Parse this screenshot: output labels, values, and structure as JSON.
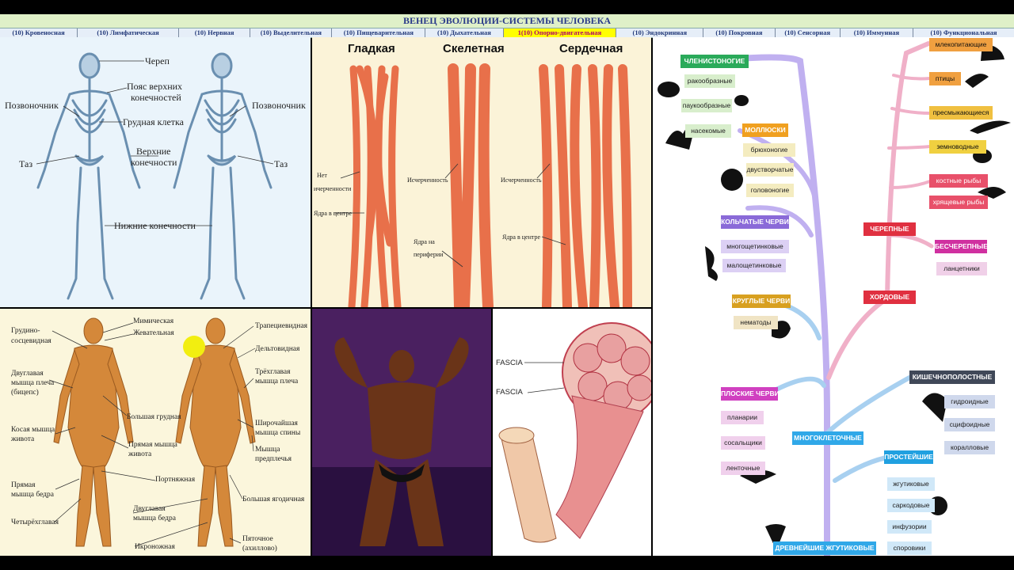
{
  "header": {
    "title": "ВЕНЕЦ ЭВОЛЮЦИИ-СИСТЕМЫ ЧЕЛОВЕКА"
  },
  "tabs": [
    {
      "label": "(10) Кровеносная"
    },
    {
      "label": "(10) Лимфатическая"
    },
    {
      "label": "(10) Нервная"
    },
    {
      "label": "(10) Выделительная"
    },
    {
      "label": "(10) Пищеварительная"
    },
    {
      "label": "(10) Дыхательная"
    },
    {
      "label": "1(10) Опорно-двигательная"
    },
    {
      "label": "(10) Эндокринная"
    },
    {
      "label": "(10) Покровная"
    },
    {
      "label": "(10) Сенсорная"
    },
    {
      "label": "(10) Иммунная"
    },
    {
      "label": "(10) Функциональная"
    }
  ],
  "skeleton": {
    "cherep": "Череп",
    "poyas_1": "Пояс верхних",
    "poyas_2": "конечностей",
    "pozv_left": "Позвоночник",
    "pozv_right": "Позвоночник",
    "grudnaya": "Грудная клетка",
    "verhnie_1": "Верхние",
    "verhnie_2": "конечности",
    "taz_left": "Таз",
    "taz_right": "Таз",
    "nizhnie": "Нижние конечности"
  },
  "muscle_types": {
    "smooth": "Гладкая",
    "skeletal": "Скелетная",
    "cardiac": "Сердечная",
    "net_1": "Нет",
    "net_2": "ичерченности",
    "yadra_centre_1": "Ядра в центре",
    "ischerch_1": "Исчерченность",
    "yadra_na": "Ядра на",
    "periferii": "периферии",
    "ischerch_2": "Исчерченность",
    "yadra_centre_2": "Ядра в центре"
  },
  "muscles": {
    "grudino_1": "Грудино-",
    "grudino_2": "сосцевидная",
    "mimicheskaya": "Мимическая",
    "zhevatelnaya": "Жевательная",
    "trapets": "Трапециевидная",
    "deltovid": "Дельтовидная",
    "dvuglavaya_1": "Двуглавая",
    "dvuglavaya_2": "мышца плеча",
    "dvuglavaya_3": "(бицепс)",
    "tryoh_1": "Трёхглавая",
    "tryoh_2": "мышца плеча",
    "bolshaya_grudnaya": "Большая грудная",
    "kosaya_1": "Косая мышца",
    "kosaya_2": "живота",
    "shirochaishaya_1": "Широчайшая",
    "shirochaishaya_2": "мышца спины",
    "pryamaya_zh_1": "Прямая мышца",
    "pryamaya_zh_2": "живота",
    "predpl_1": "Мышца",
    "predpl_2": "предплечья",
    "pryamaya_b_1": "Прямая",
    "pryamaya_b_2": "мышца бедра",
    "portnyazhnaya": "Портняжная",
    "bolshaya_yagod": "Большая ягодичная",
    "chetyryoh": "Четырёхглавая",
    "dvuglavaya_b_1": "Двуглавая",
    "dvuglavaya_b_2": "мышца бедра",
    "pyatochnoe_1": "Пяточное",
    "pyatochnoe_2": "(ахиллово)",
    "ikronozhnaya": "Икроножная"
  },
  "tendon": {
    "fascia_1": "FASCIA",
    "fascia_2": "FASCIA"
  },
  "tree": {
    "colors": {
      "arthropod": "#2aaa5a",
      "mollusk": "#f0a020",
      "annelid": "#8a6ad8",
      "nematode": "#d8a020",
      "flatworm": "#d040c0",
      "chordate": "#e03040",
      "cnidaria": "#404858",
      "protist": "#20a0e0",
      "multicell": "#30a8e8"
    },
    "chlenistonogie": "ЧЛЕНИСТОНОГИЕ",
    "rakoobraznye": "ракообразные",
    "paukoobraznye": "паукообразные",
    "nasekomye": "насекомые",
    "mollyuski": "МОЛЛЮСКИ",
    "bryuhonogie": "брюхоногие",
    "dvustvorchatye": "двустворчатые",
    "golovonogie": "головоногие",
    "kolchatye": "КОЛЬЧАТЫЕ ЧЕРВИ",
    "mnogoshchet": "многощетинковые",
    "maloshchet": "малощетинковые",
    "kruglye": "КРУГЛЫЕ ЧЕРВИ",
    "nematody": "нематоды",
    "ploskie": "ПЛОСКИЕ ЧЕРВИ",
    "planarii": "планарии",
    "sosalshchiki": "сосальщики",
    "lentochnye": "ленточные",
    "mnogokletochnye": "МНОГОКЛЕТОЧНЫЕ",
    "drevneishie": "ДРЕВНЕЙШИЕ ЖГУТИКОВЫЕ",
    "mlekopit": "млекопитающие",
    "ptitsy": "птицы",
    "presmyk": "пресмыкающиеся",
    "zemnovodnye": "земноводные",
    "kostnye": "костные рыбы",
    "hryashchevye": "хрящевые рыбы",
    "cherepnye": "ЧЕРЕПНЫЕ",
    "bescherepnye": "БЕСЧЕРЕПНЫЕ",
    "lantsetniki": "ланцетники",
    "hordovye": "ХОРДОВЫЕ",
    "kishechnopolost": "КИШЕЧНОПОЛОСТНЫЕ",
    "gidroidnye": "гидроидные",
    "stsifoidnye": "сцифоидные",
    "korallovye": "коралловые",
    "prosteishie": "ПРОСТЕЙШИЕ",
    "zhgutikovye": "жгутиковые",
    "sarkodovye": "саркодовые",
    "infuzorii": "инфузории",
    "sporoviki": "споровики"
  }
}
